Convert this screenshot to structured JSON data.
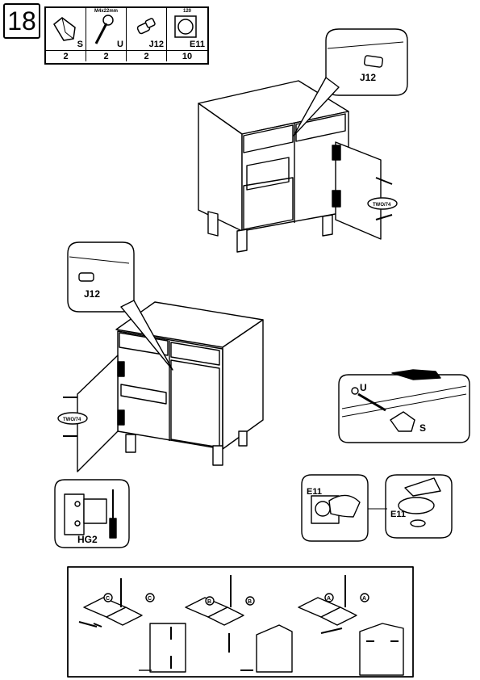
{
  "step_number": "18",
  "parts": [
    {
      "code": "S",
      "spec": "",
      "qty": "2",
      "icon": "knob-icon"
    },
    {
      "code": "U",
      "spec": "M4x22mm",
      "qty": "2",
      "icon": "screw-icon"
    },
    {
      "code": "J12",
      "spec": "",
      "qty": "2",
      "icon": "dowel-icon"
    },
    {
      "code": "E11",
      "spec": "120",
      "qty": "10",
      "icon": "bumper-pad-icon"
    }
  ],
  "callouts": {
    "top_detail": "J12",
    "mid_detail": "J12",
    "knob_detail_screw": "U",
    "knob_detail_knob": "S",
    "hinge_detail": "HG2",
    "bumper_detail_left": "E11",
    "bumper_detail_right": "E11"
  },
  "hinge_labels": {
    "top_label": "TWO/74",
    "mid_label": "TWO/74"
  },
  "adjust_labels": [
    "C",
    "C",
    "B",
    "B",
    "A",
    "A"
  ]
}
